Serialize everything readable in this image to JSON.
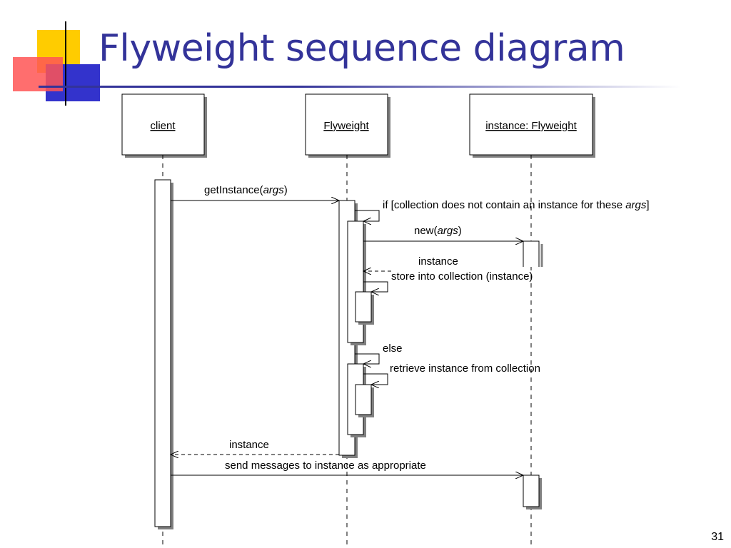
{
  "slide": {
    "title": "Flyweight sequence diagram",
    "page_number": "31"
  },
  "lifelines": {
    "client": "client",
    "flyweight": "Flyweight",
    "instance": "instance: Flyweight"
  },
  "messages": {
    "get_instance_name": "getInstance(",
    "get_instance_args": "args",
    "get_instance_close": ")",
    "if_prefix": "if [collection does not contain an instance for these ",
    "if_args": "args",
    "if_suffix": "]",
    "new_name": "new(",
    "new_args": "args",
    "new_close": ")",
    "instance_return_1": "instance",
    "store": "store into collection (instance)",
    "else": "else",
    "retrieve": "retrieve instance from collection",
    "instance_return_2": "instance",
    "send": "send messages to instance as appropriate"
  },
  "colors": {
    "title": "#333399",
    "line": "#000000",
    "shadow": "#808080"
  }
}
